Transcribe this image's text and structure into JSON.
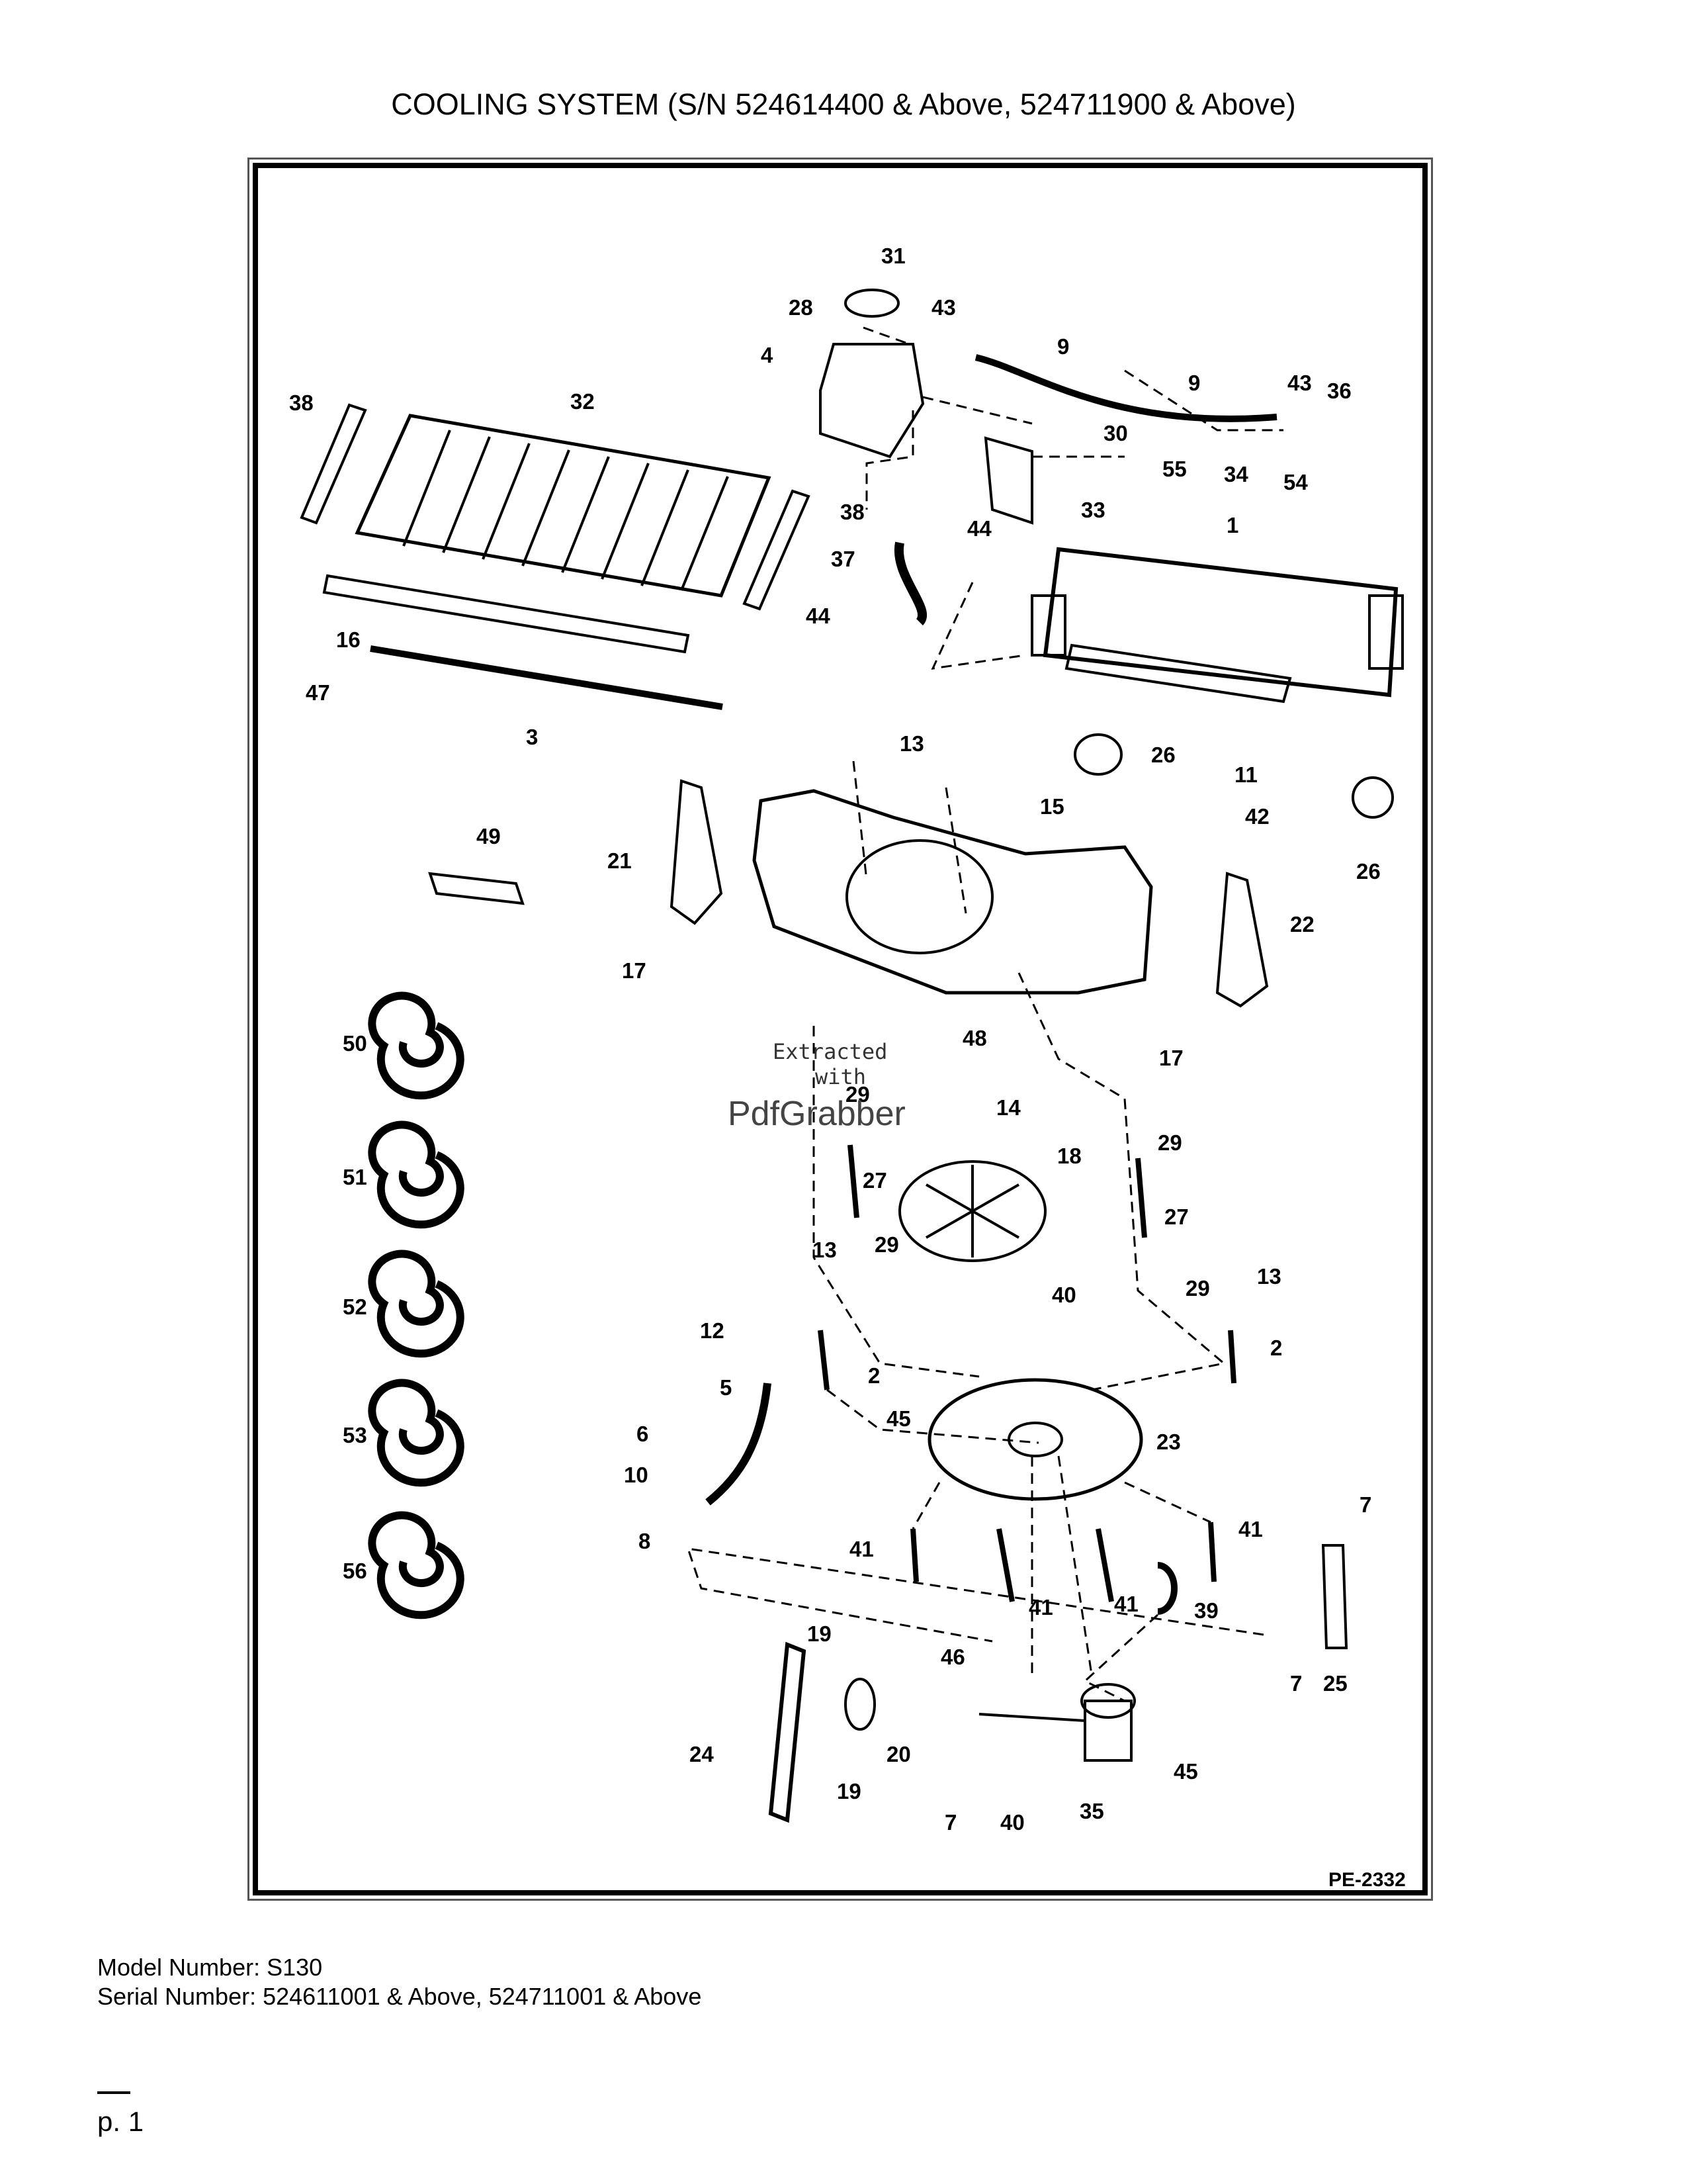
{
  "page": {
    "title": "COOLING SYSTEM (S/N 524614400 & Above, 524711900 & Above)",
    "model_line": "Model Number: S130",
    "serial_line": "Serial Number: 524611001 & Above, 524711001 & Above",
    "page_number": "p. 1"
  },
  "diagram": {
    "reference_code": "PE-2332",
    "watermark": {
      "line1": "Extracted",
      "line2": "with",
      "line3": "PdfGrabber"
    },
    "callouts": [
      "1",
      "2",
      "3",
      "4",
      "5",
      "6",
      "7",
      "8",
      "9",
      "10",
      "11",
      "12",
      "13",
      "14",
      "15",
      "16",
      "17",
      "18",
      "19",
      "20",
      "21",
      "22",
      "23",
      "24",
      "25",
      "26",
      "27",
      "28",
      "29",
      "30",
      "31",
      "32",
      "33",
      "34",
      "35",
      "36",
      "37",
      "38",
      "39",
      "40",
      "41",
      "42",
      "43",
      "44",
      "45",
      "46",
      "47",
      "48",
      "49",
      "50",
      "51",
      "52",
      "53",
      "54",
      "55",
      "56"
    ]
  }
}
